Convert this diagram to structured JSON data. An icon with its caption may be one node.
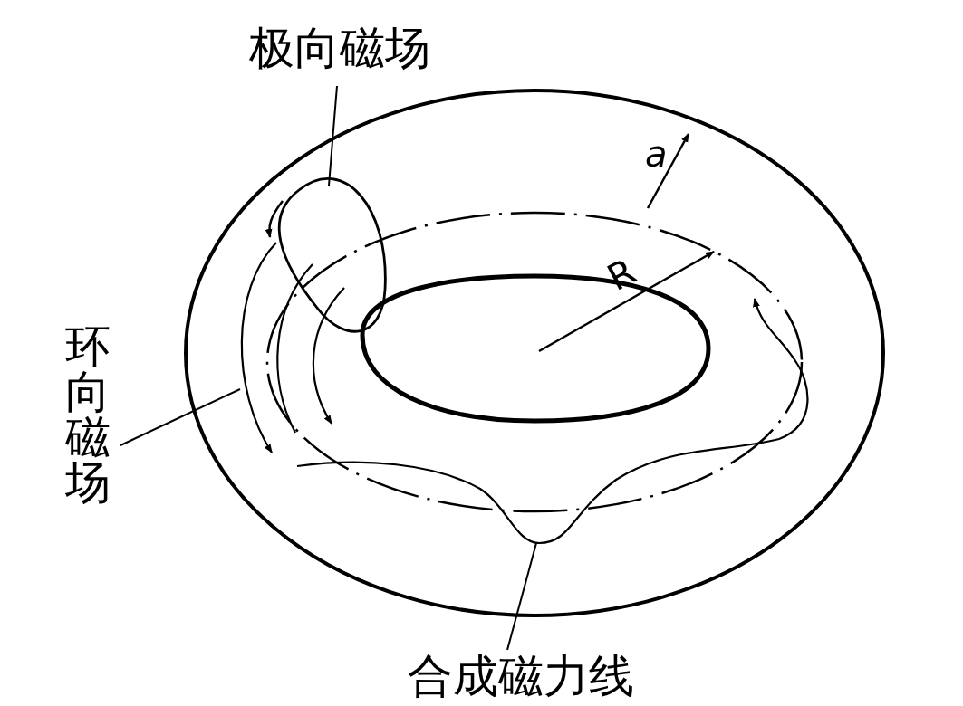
{
  "diagram": {
    "nodes": [
      {
        "text": [
          "极向磁场"
        ]
      },
      {
        "text": [],
        "shape": "circle"
      },
      {
        "text": [
          "环向磁场"
        ]
      },
      {
        "text": [],
        "shape": "line"
      },
      {
        "text": [
          "合成磁力线"
        ]
      },
      {
        "text": [],
        "shape": "line"
      }
    ],
    "edges": [
      {
        "from": 0,
        "to": 1,
        "arrow": "none"
      },
      {
        "from": 2,
        "to": 3,
        "arrow": "none"
      },
      {
        "from": 4,
        "to": 5,
        "arrow": "none"
      }
    ],
    "labels": [
      "a",
      "R"
    ]
  }
}
